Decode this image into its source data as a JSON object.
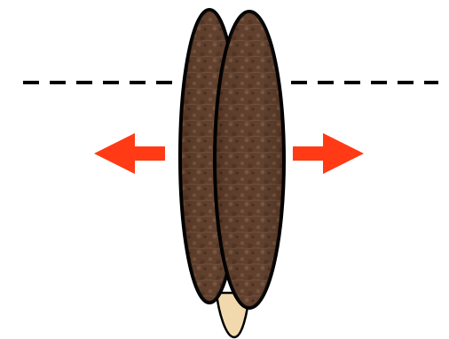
{
  "diagram": {
    "type": "illustration",
    "elements": [
      "dashed-horizontal-line",
      "left-arrow",
      "right-arrow",
      "left-elongated-textured-shape",
      "right-elongated-textured-shape",
      "bottom-tip-shape"
    ],
    "colors": {
      "dash_line": "#000000",
      "arrow": "#ff3a14",
      "shape_fill_dark": "#4e2f1a",
      "shape_fill_mid": "#6b4a33",
      "shape_fill_light": "#8a6a4f",
      "outline": "#000000",
      "tip_fill": "#f2d9ad"
    },
    "arrows": [
      "left",
      "right"
    ]
  }
}
